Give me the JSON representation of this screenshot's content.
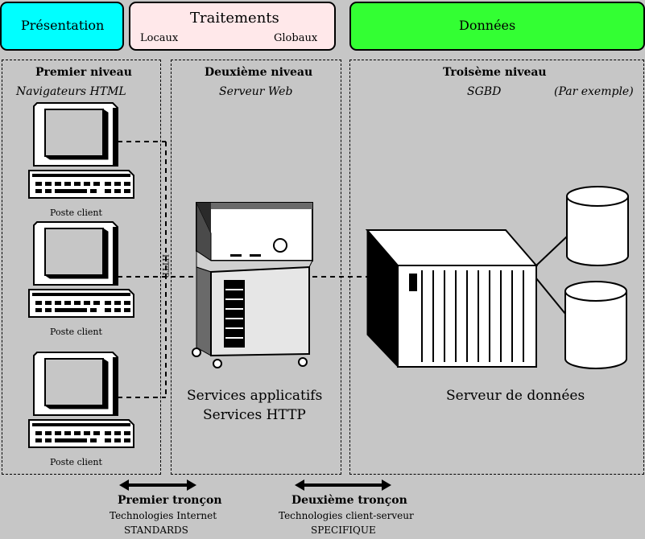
{
  "header": {
    "presentation": "Présentation",
    "traitements": "Traitements",
    "locaux": "Locaux",
    "globaux": "Globaux",
    "donnees": "Données"
  },
  "tier1": {
    "title": "Premier niveau",
    "subtitle": "Navigateurs HTML",
    "clients": [
      "Poste client",
      "Poste client",
      "Poste client"
    ]
  },
  "tier2": {
    "title": "Deuxième niveau",
    "subtitle": "Serveur Web",
    "http_tag": "HTTP",
    "services_line1": "Services applicatifs",
    "services_line2": "Services HTTP"
  },
  "tier3": {
    "title": "Troisème niveau",
    "subtitle": "SGBD",
    "example": "(Par exemple)",
    "server_label": "Serveur de données"
  },
  "troncon1": {
    "title": "Premier tronçon",
    "line1": "Technologies Internet",
    "line2": "STANDARDS"
  },
  "troncon2": {
    "title": "Deuxième tronçon",
    "line1": "Technologies client-serveur",
    "line2": "SPECIFIQUE"
  },
  "colors": {
    "presentation": "#00ffff",
    "traitements": "#ffe8ea",
    "donnees": "#33ff33",
    "background": "#c6c6c6"
  }
}
